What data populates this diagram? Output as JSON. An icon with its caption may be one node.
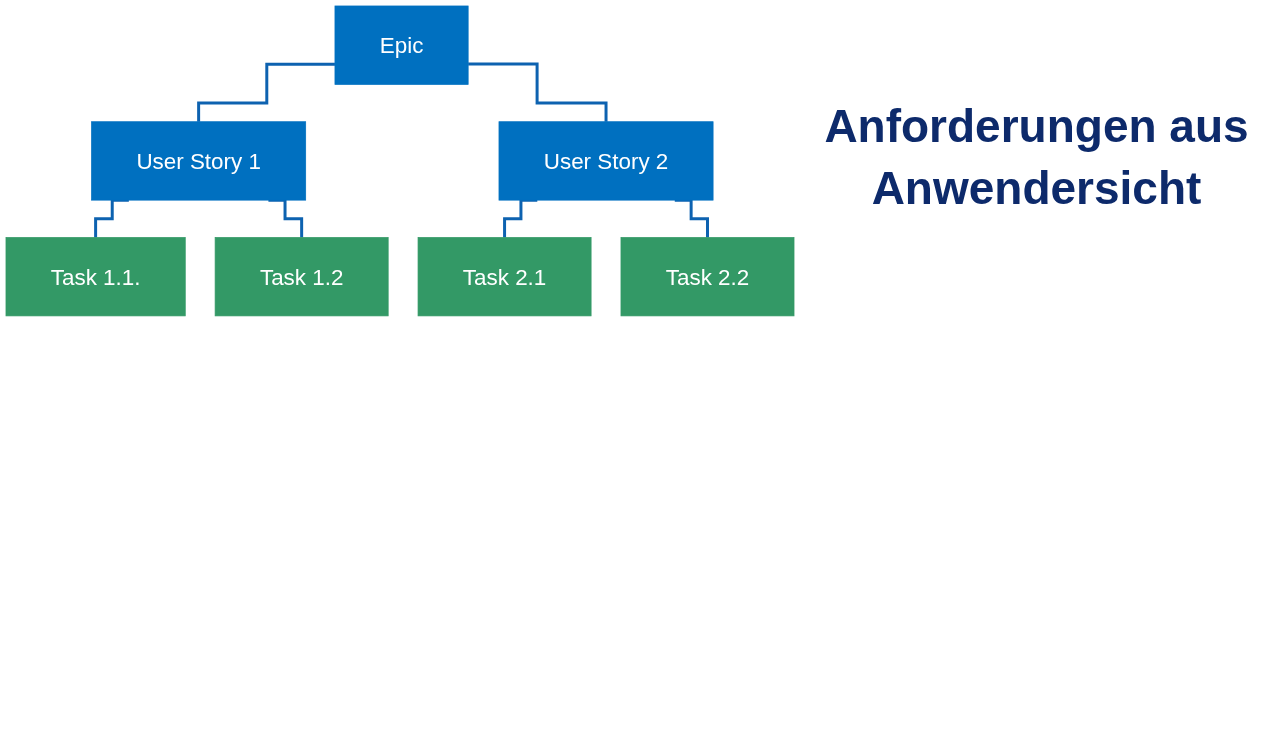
{
  "diagram": {
    "nodes": [
      {
        "text": [
          "Epic"
        ]
      },
      {
        "text": [
          "User Story 1"
        ]
      },
      {
        "text": [
          "User Story 2"
        ]
      },
      {
        "text": [
          "Task 1.1."
        ]
      },
      {
        "text": [
          "Task 1.2"
        ]
      },
      {
        "text": [
          "Task 2.1"
        ]
      },
      {
        "text": [
          "Task 2.2"
        ]
      }
    ],
    "edges": [
      {
        "from": 0,
        "to": 1,
        "arrow": "none"
      },
      {
        "from": 0,
        "to": 2,
        "arrow": "none"
      },
      {
        "from": 1,
        "to": 3,
        "arrow": "none"
      },
      {
        "from": 1,
        "to": 4,
        "arrow": "none"
      },
      {
        "from": 2,
        "to": 5,
        "arrow": "none"
      },
      {
        "from": 2,
        "to": 6,
        "arrow": "none"
      }
    ],
    "labels": [
      "Anforderungen aus Anwendersicht"
    ]
  }
}
